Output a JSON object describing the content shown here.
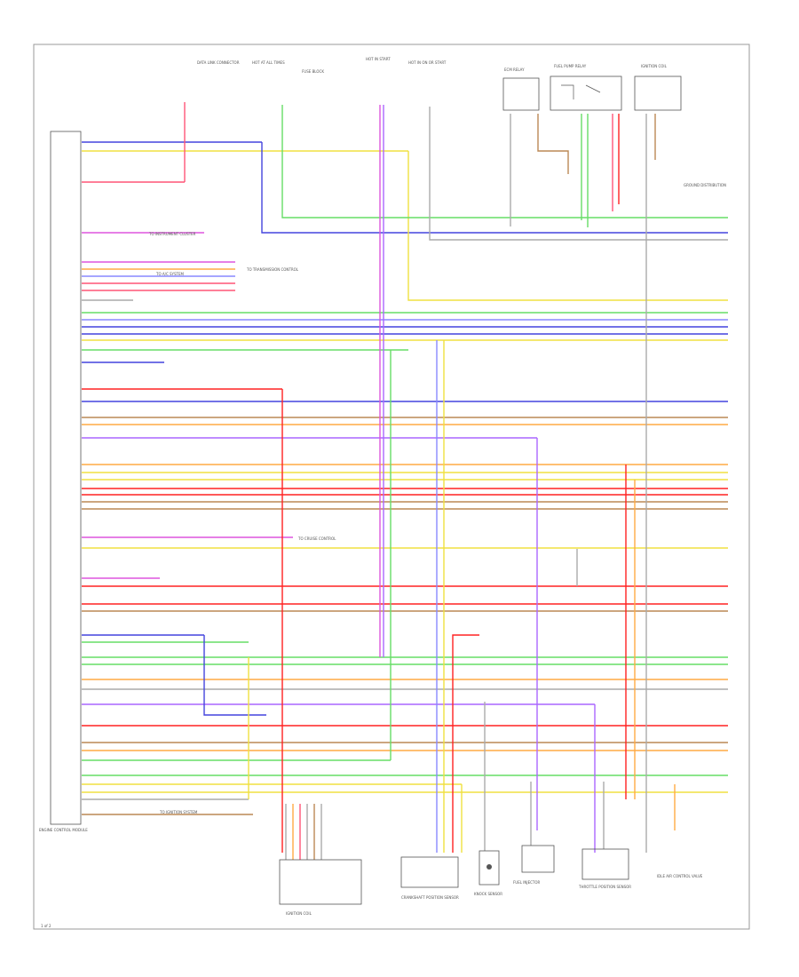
{
  "diagram": {
    "page_number": "1 of 2",
    "ecm_label": "ENGINE CONTROL MODULE",
    "top_labels": [
      "DATA LINK CONNECTOR",
      "HOT AT ALL TIMES",
      "HOT IN START",
      "HOT IN ON OR START",
      "FUSE BLOCK",
      "ECM RELAY",
      "FUEL PUMP RELAY",
      "IGNITION COIL"
    ],
    "side_notes": [
      "TO INSTRUMENT CLUSTER",
      "TO A/C SYSTEM",
      "TO TRANSMISSION CONTROL",
      "TO CRUISE CONTROL",
      "GROUND DISTRIBUTION",
      "TO IGNITION SYSTEM"
    ],
    "bottom_components": [
      "IGNITION COIL",
      "CRANKSHAFT POSITION SENSOR",
      "KNOCK SENSOR",
      "FUEL INJECTOR",
      "THROTTLE POSITION SENSOR",
      "IDLE AIR CONTROL VALVE"
    ],
    "wire_colors": {
      "blue": "#4444dd",
      "yellow": "#f0e040",
      "pink": "#ff5577",
      "green": "#66dd66",
      "magenta": "#dd55dd",
      "orange": "#ffaa44",
      "red": "#ff2222",
      "brown": "#bb8855",
      "light_blue": "#8888ff",
      "gray": "#aaaaaa",
      "violet": "#aa66ff"
    }
  }
}
